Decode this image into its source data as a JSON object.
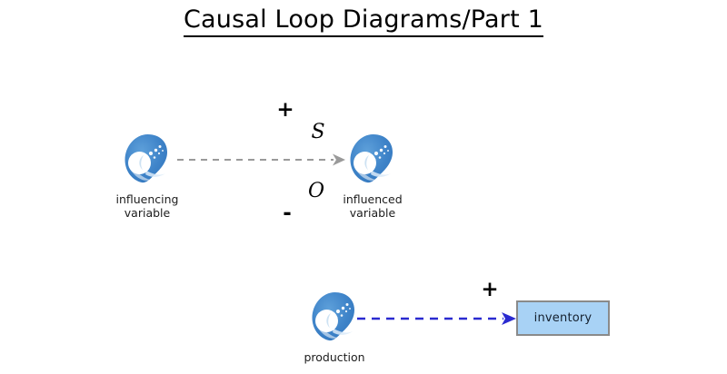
{
  "title": "Causal Loop Diagrams/Part 1",
  "diagram_top": {
    "source": {
      "icon": "cloud-variable-icon",
      "label": "influencing\nvariable"
    },
    "target": {
      "icon": "cloud-variable-icon",
      "label": "influenced\nvariable"
    },
    "link": {
      "style": "dashed",
      "color": "#9a9a9a",
      "arrowhead": "open-arrow"
    },
    "marks": {
      "plus": "+",
      "same": "S",
      "opposite": "O",
      "minus": "-"
    }
  },
  "diagram_bottom": {
    "source": {
      "icon": "cloud-variable-icon",
      "label": "production"
    },
    "target": {
      "label": "inventory",
      "fill": "#a8d2f5",
      "border": "#8a8a8a"
    },
    "link": {
      "style": "dashed",
      "color": "#2a2ad0",
      "arrowhead": "solid-arrow"
    },
    "marks": {
      "plus": "+"
    }
  },
  "colors": {
    "icon_blue": "#3f84c9",
    "icon_blue_dark": "#2f6fb0",
    "link_gray": "#9a9a9a",
    "link_blue": "#2a2ad0",
    "stock_fill": "#a8d2f5",
    "stock_border": "#8a8a8a",
    "background": "#ffffff"
  }
}
